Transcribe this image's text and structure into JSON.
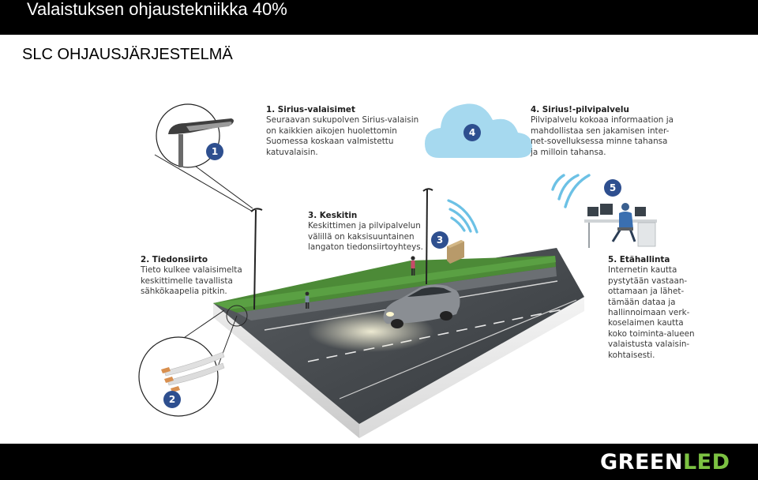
{
  "header": {
    "title": "Valaistuksen ohjaustekniikka 40%"
  },
  "page": {
    "subtitle": "SLC OHJAUSJÄRJESTELMÄ"
  },
  "sections": {
    "s1": {
      "badge": "1",
      "title": "1. Sirius-valaisimet",
      "lines": [
        "Seuraavan sukupolven Sirius-valaisin",
        "on kaikkien aikojen huolettomin",
        "Suomessa koskaan valmistettu",
        "katuvalaisin."
      ]
    },
    "s2": {
      "badge": "2",
      "title": "2. Tiedonsiirto",
      "lines": [
        "Tieto kulkee valaisimelta",
        "keskittimelle tavallista",
        "sähkökaapelia pitkin."
      ]
    },
    "s3": {
      "badge": "3",
      "title": "3. Keskitin",
      "lines": [
        "Keskittimen ja pilvipalvelun",
        "välillä on kaksisuuntainen",
        "langaton tiedonsiirtoyhteys."
      ]
    },
    "s4": {
      "badge": "4",
      "title": "4. Sirius!-pilvipalvelu",
      "lines": [
        "Pilvipalvelu kokoaa informaation ja",
        "mahdollistaa sen jakamisen inter-",
        "net-sovelluksessa minne tahansa",
        "ja milloin tahansa."
      ]
    },
    "s5": {
      "badge": "5",
      "title": "5. Etähallinta",
      "lines": [
        "Internetin kautta",
        "pystytään vastaan-",
        "ottamaan ja lähet-",
        "tämään dataa ja",
        "hallinnoimaan verk-",
        "koselaimen kautta",
        "koko toiminta-alueen",
        "valaistusta valaisin-",
        "kohtaisesti."
      ]
    }
  },
  "footer": {
    "logo_part1": "GREEN",
    "logo_part2": "LED"
  },
  "colors": {
    "badge": "#2e4f8f",
    "cloud": "#a6d9ef",
    "wifi": "#6cc1e5",
    "grass": "#4c8a37",
    "road": "#4a4e52",
    "logo_green": "#7cc242"
  }
}
